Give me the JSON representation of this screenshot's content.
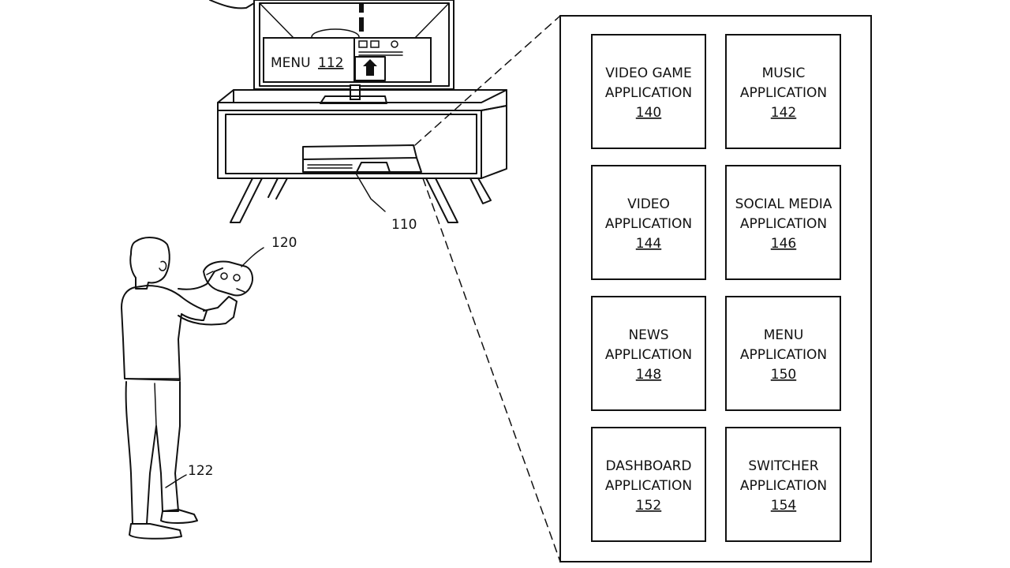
{
  "tv_menu": {
    "label": "MENU",
    "ref": "112"
  },
  "refs": {
    "console": "110",
    "controller": "120",
    "user": "122"
  },
  "apps": [
    {
      "line1": "VIDEO GAME",
      "line2": "APPLICATION",
      "ref": "140"
    },
    {
      "line1": "MUSIC",
      "line2": "APPLICATION",
      "ref": "142"
    },
    {
      "line1": "VIDEO",
      "line2": "APPLICATION",
      "ref": "144"
    },
    {
      "line1": "SOCIAL MEDIA",
      "line2": "APPLICATION",
      "ref": "146"
    },
    {
      "line1": "NEWS",
      "line2": "APPLICATION",
      "ref": "148"
    },
    {
      "line1": "MENU",
      "line2": "APPLICATION",
      "ref": "150"
    },
    {
      "line1": "DASHBOARD",
      "line2": "APPLICATION",
      "ref": "152"
    },
    {
      "line1": "SWITCHER",
      "line2": "APPLICATION",
      "ref": "154"
    }
  ]
}
